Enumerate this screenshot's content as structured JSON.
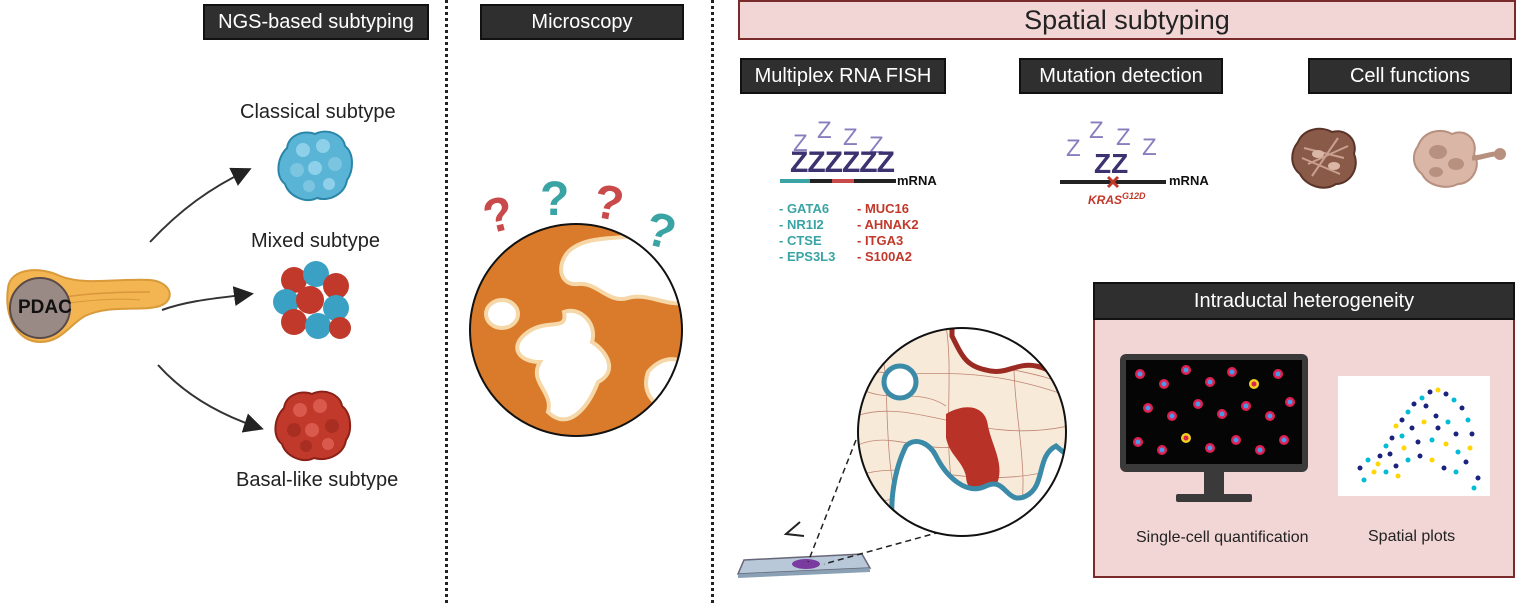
{
  "headers": {
    "ngs": "NGS-based subtyping",
    "microscopy": "Microscopy",
    "spatial": "Spatial subtyping",
    "fish": "Multiplex RNA FISH",
    "mutation": "Mutation detection",
    "cell_functions": "Cell functions",
    "intraductal": "Intraductal heterogeneity"
  },
  "ngs": {
    "pdac": "PDAC",
    "classical": "Classical subtype",
    "mixed": "Mixed subtype",
    "basal": "Basal-like subtype"
  },
  "microscopy": {
    "question": "?"
  },
  "fish": {
    "z": "Z",
    "zzz": "ZZZZZZ",
    "mrna": "mRNA",
    "classical_genes": [
      "- GATA6",
      "- NR1I2",
      "- CTSE",
      "- EPS3L3"
    ],
    "basal_genes": [
      "- MUC16",
      "- AHNAK2",
      "- ITGA3",
      "- S100A2"
    ]
  },
  "mutation": {
    "z": "Z",
    "zz": "ZZ",
    "mrna": "mRNA",
    "gene": "KRAS",
    "variant": "G12D"
  },
  "intraductal": {
    "single_cell": "Single-cell quantification",
    "spatial_plots": "Spatial plots"
  },
  "colors": {
    "classical": "#3aa0c4",
    "basal": "#c0392b",
    "orange": "#d97b2a",
    "purple": "#8a7dbf",
    "dark_purple": "#3d3270",
    "teal": "#3aa3a3",
    "red": "#c0392b",
    "pink_bg": "#f2d5d5"
  }
}
